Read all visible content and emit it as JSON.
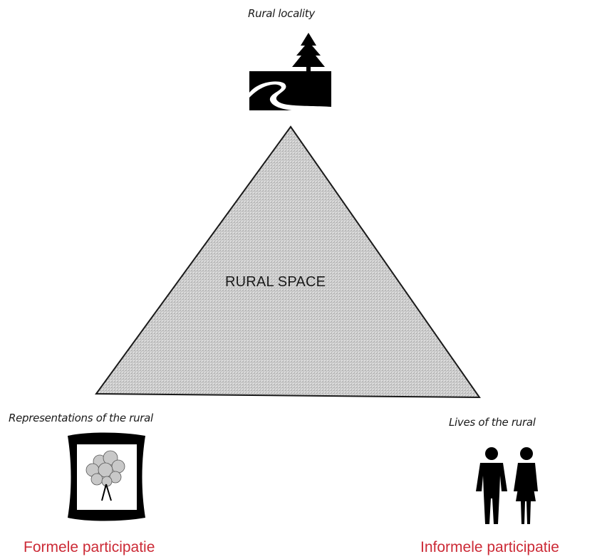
{
  "vertices": {
    "top": {
      "label": "Rural locality",
      "icon": "tree-river-icon"
    },
    "left": {
      "label": "Representations of the rural",
      "icon": "framed-tree-picture-icon",
      "caption": "Formele participatie"
    },
    "right": {
      "label": "Lives of the rural",
      "icon": "man-woman-icon",
      "caption": "Informele participatie"
    }
  },
  "center": {
    "label": "RURAL SPACE"
  },
  "colors": {
    "triangle_fill": "#d6d6d6",
    "triangle_stroke": "#1a1a1a",
    "caption": "#cc2a36",
    "icon": "#000000"
  }
}
